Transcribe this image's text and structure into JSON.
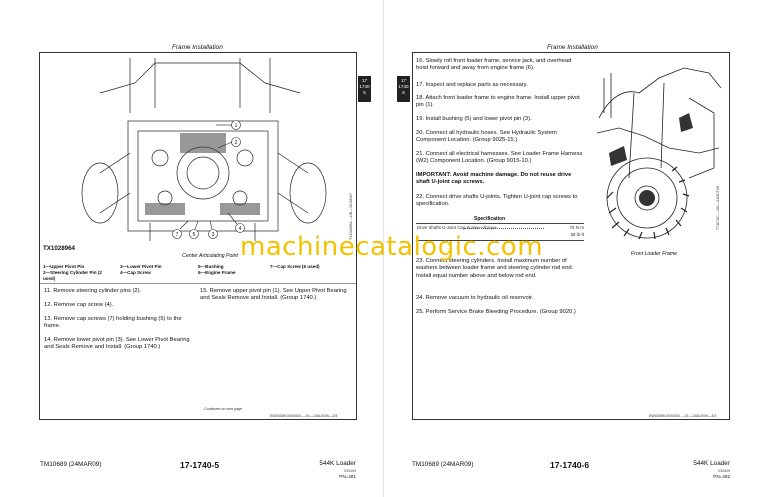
{
  "left": {
    "header_title": "Frame Installation",
    "tab": [
      "17",
      "1740",
      "5"
    ],
    "figure_code": "TX1028964",
    "figure_caption": "Center Articulating Point",
    "figure_side_code": "TX1028964 —UN—30JUN07",
    "callouts": [
      "1",
      "2",
      "3",
      "4",
      "5",
      "6",
      "7"
    ],
    "legend": [
      "1—Upper Pivot Pin",
      "2—Steering Cylinder Pin (2 used)",
      "3—Lower Pivot Pin",
      "4—Cap Screw",
      "5—Bushing",
      "6—Engine Frame",
      "7—Cap Screw (6 used)"
    ],
    "steps_col1": [
      "11. Remove steering cylinder pins (2).",
      "12. Remove cap screw (4).",
      "13. Remove cap screws (7) holding bushing (5) to the frame.",
      "14. Remove lower pivot pin (3). See Lower Pivot Bearing and Seals Remove and Install. (Group 1740.)"
    ],
    "steps_col2": [
      "15. Remove upper pivot pin (1). See Upper Pivot Bearing and Seals Remove and Install. (Group 1740.)"
    ],
    "continued": "Continued on next page",
    "doc_code": "EW03089,0000403 —19—13AUG09—2/3",
    "footer_tm": "TM10689 (24MAR09)",
    "footer_page": "17-1740-5",
    "footer_model": "544K Loader",
    "footer_date": "030409",
    "footer_pn": "PN=281"
  },
  "right": {
    "header_title": "Frame Installation",
    "tab": [
      "17",
      "1740",
      "6"
    ],
    "steps": [
      {
        "text": "16. Slowly roll front loader frame, service jack, and overhead hoist forward and away from engine frame (6)."
      },
      {
        "text": "17. Inspect and replace parts as necessary."
      },
      {
        "text": "18. Attach front loader frame to engine frame. Install upper pivot pin (1)."
      },
      {
        "text": "19. Install bushing (5) and lower pivot pin (3)."
      },
      {
        "text": "20. Connect all hydraulic hoses. See Hydraulic System Component Location. (Group 9025-15.)"
      },
      {
        "text": "21. Connect all electrical harnesses. See Loader Frame Harness (W2) Component Location. (Group 9015-10.)"
      }
    ],
    "important": "IMPORTANT: Avoid machine damage. Do not reuse drive shaft U-joint cap screws.",
    "step22": "22. Connect drive shafts U-joints. Tighten U-joint cap screws to specification.",
    "spec_title": "Specification",
    "spec_label": "Drive Shafts U-Joint Cap Screw—Torque",
    "spec_val1": "78 N·m",
    "spec_val2": "58 lb-ft",
    "steps_after": [
      "23. Connect steering cylinders. Install maximum number of washers between loader frame and steering cylinder rod end. Install equal number above and below rod end.",
      "24. Remove vacuum to hydraulic oil reservoir.",
      "25. Perform Service Brake Bleeding Procedure. (Group 9020.)"
    ],
    "figure_caption": "Front Loader Frame",
    "figure_side_code": "T7117AC —UN—21OCT09",
    "doc_code": "EW03089,0000403 —19—13AUG09—3/3",
    "footer_tm": "TM10689 (24MAR09)",
    "footer_page": "17-1740-6",
    "footer_model": "544K Loader",
    "footer_date": "030409",
    "footer_pn": "PN=282"
  },
  "watermark": "machinecatalogic.com"
}
